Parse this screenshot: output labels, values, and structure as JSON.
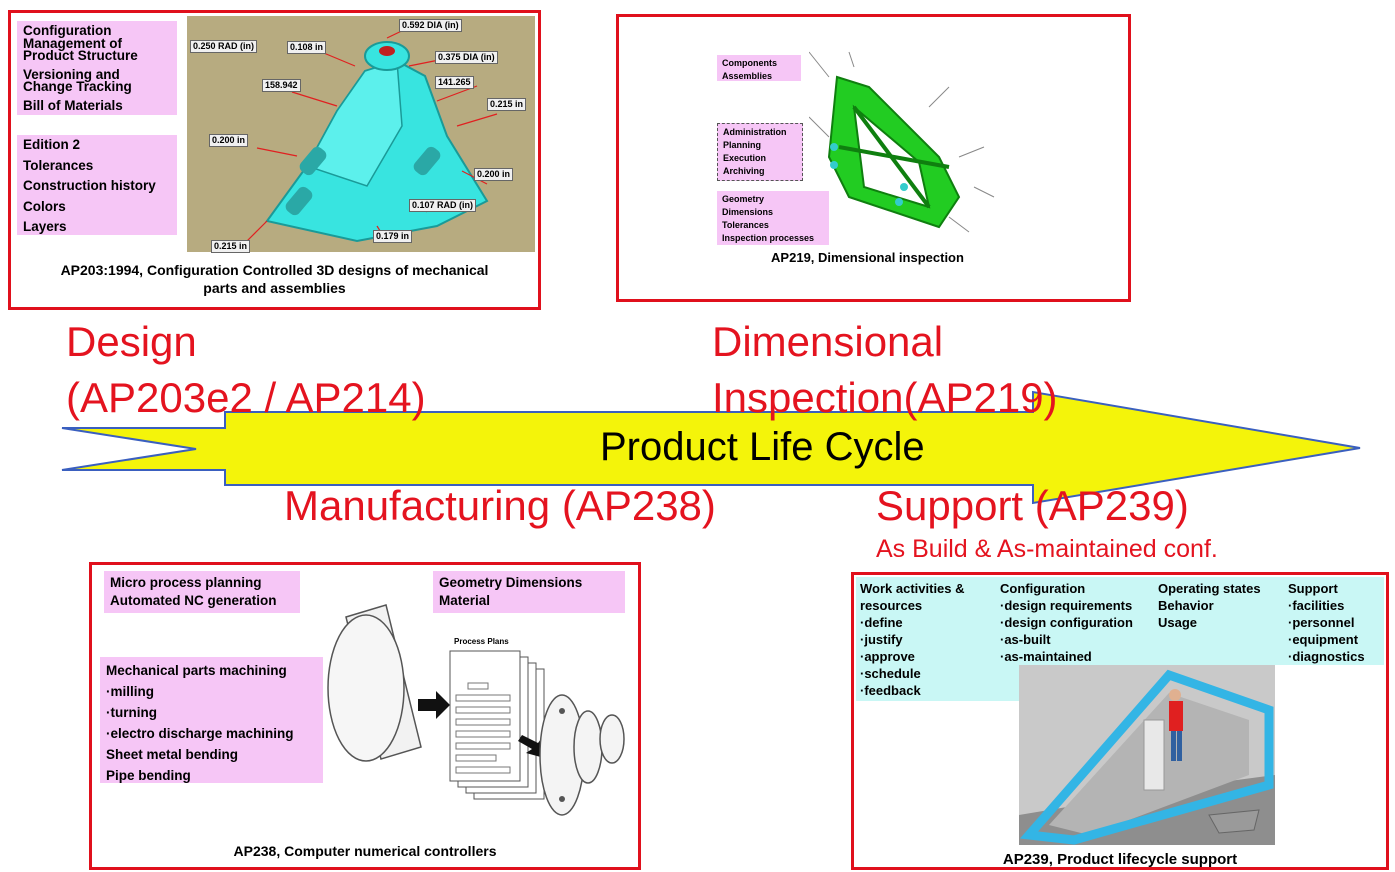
{
  "design_panel": {
    "config_lines": [
      "Configuration",
      "Management of",
      "Product Structure",
      "Versioning and",
      "Change Tracking",
      "Bill of  Materials"
    ],
    "edition_lines": [
      "Edition 2",
      "Tolerances",
      "Construction history",
      "Colors",
      "Layers"
    ],
    "dimensions": [
      "0.592 DIA (in)",
      "0.250 RAD (in)",
      "0.108 in",
      "0.375 DIA (in)",
      "158.942",
      "141.265",
      "0.215 in",
      "0.200 in",
      "0.200 in",
      "0.107 RAD (in)",
      "0.179 in",
      "0.215 in"
    ],
    "caption_line1": "AP203:1994, Configuration Controlled 3D designs of mechanical",
    "caption_line2": "parts and assemblies"
  },
  "inspection_panel": {
    "group1": [
      "Components",
      "Assemblies"
    ],
    "group2": [
      "Administration",
      "Planning",
      "Execution",
      "Archiving"
    ],
    "group3": [
      "Geometry",
      "Dimensions",
      "Tolerances",
      "Inspection processes"
    ],
    "caption": "AP219, Dimensional inspection"
  },
  "stages": {
    "design_line1": "Design",
    "design_line2": "(AP203e2 / AP214)",
    "inspection_line1": "Dimensional",
    "inspection_line2": "Inspection(AP219)",
    "manufacturing": "Manufacturing (AP238)",
    "support": "Support (AP239)",
    "support_sub": "As Build & As-maintained conf."
  },
  "arrow": {
    "label": "Product Life Cycle",
    "fill": "#f4f40a"
  },
  "manufacturing_panel": {
    "box1": [
      "Micro process planning",
      "Automated NC generation"
    ],
    "box2": [
      "Geometry Dimensions",
      "Material"
    ],
    "box3": [
      "Mechanical parts machining",
      "·milling",
      "·turning",
      "·electro discharge machining",
      "Sheet metal bending",
      "Pipe bending"
    ],
    "process_plans_label": "Process Plans",
    "caption": "AP238, Computer numerical controllers"
  },
  "support_panel": {
    "col1": [
      "Work activities &",
      "resources",
      "·define",
      "·justify",
      "·approve",
      "·schedule",
      "·feedback"
    ],
    "col2": [
      "Configuration",
      "·design requirements",
      "·design configuration",
      "·as-built",
      "·as-maintained"
    ],
    "col3": [
      "Operating states",
      "Behavior",
      "Usage"
    ],
    "col4": [
      "Support",
      "·facilities",
      "·personnel",
      "·equipment",
      "·diagnostics"
    ],
    "caption": "AP239, Product lifecycle support"
  },
  "colors": {
    "frame_red": "#e0101c",
    "label_pink": "#f6c6f6",
    "label_cyan": "#c9f7f5",
    "part_cyan": "#38e4e0",
    "part_green": "#22cc22"
  }
}
